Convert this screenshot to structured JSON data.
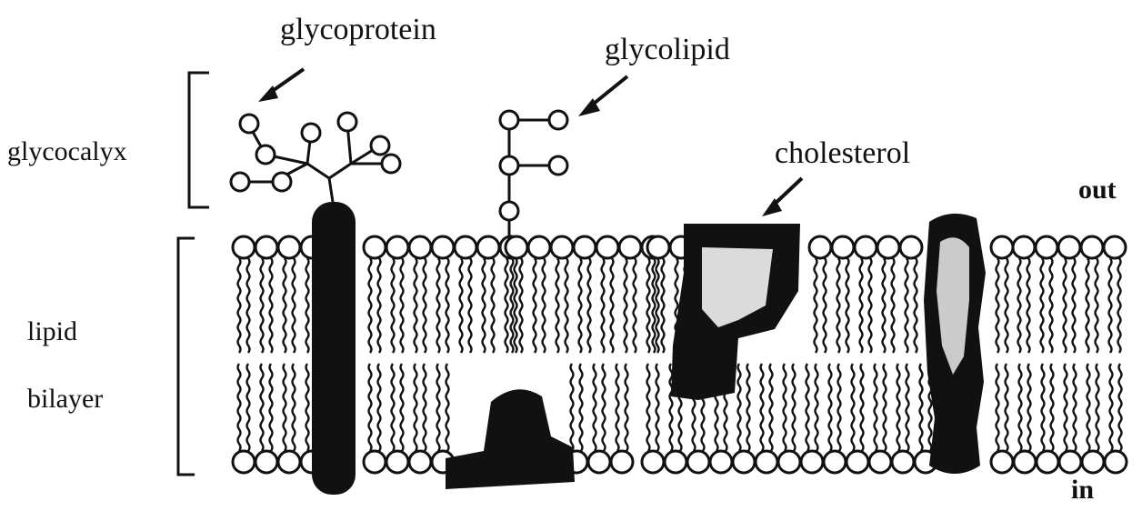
{
  "diagram": {
    "labels": {
      "glycoprotein": "glycoprotein",
      "glycolipid": "glycolipid",
      "cholesterol": "cholesterol",
      "glycocalyx": "glycocalyx",
      "lipid": "lipid",
      "bilayer": "bilayer",
      "out": "out",
      "in": "in"
    },
    "colors": {
      "ink": "#111111",
      "background": "#ffffff",
      "highlight": "#f2f2f2"
    }
  }
}
